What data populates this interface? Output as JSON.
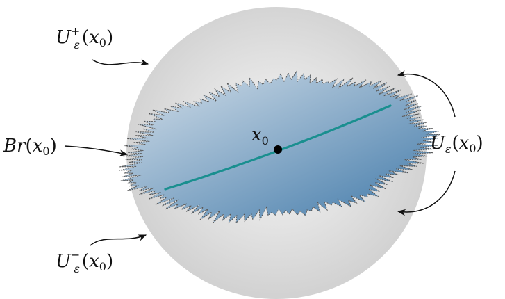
{
  "labels": {
    "u_plus": {
      "main": "U",
      "sup": "+",
      "sub": "ε",
      "open": "(",
      "arg": "x",
      "arg_sub": "0",
      "close": ")"
    },
    "u_minus": {
      "main": "U",
      "sup": "−",
      "sub": "ε",
      "open": "(",
      "arg": "x",
      "arg_sub": "0",
      "close": ")"
    },
    "br": {
      "main": "Br",
      "open": "(",
      "arg": "x",
      "arg_sub": "0",
      "close": ")"
    },
    "u_eps": {
      "main": "U",
      "sub": "ε",
      "open": "(",
      "arg": "x",
      "arg_sub": "0",
      "close": ")"
    },
    "center": {
      "main": "x",
      "sub": "0"
    }
  },
  "colors": {
    "ball_light": "#f7f7f7",
    "ball_dark": "#cfcfcf",
    "region_light": "#d5e0ea",
    "region_dark": "#3f78a8",
    "region_border": "#555555",
    "curve": "#1a8f8f",
    "arrow": "#111111",
    "point": "#000000"
  }
}
